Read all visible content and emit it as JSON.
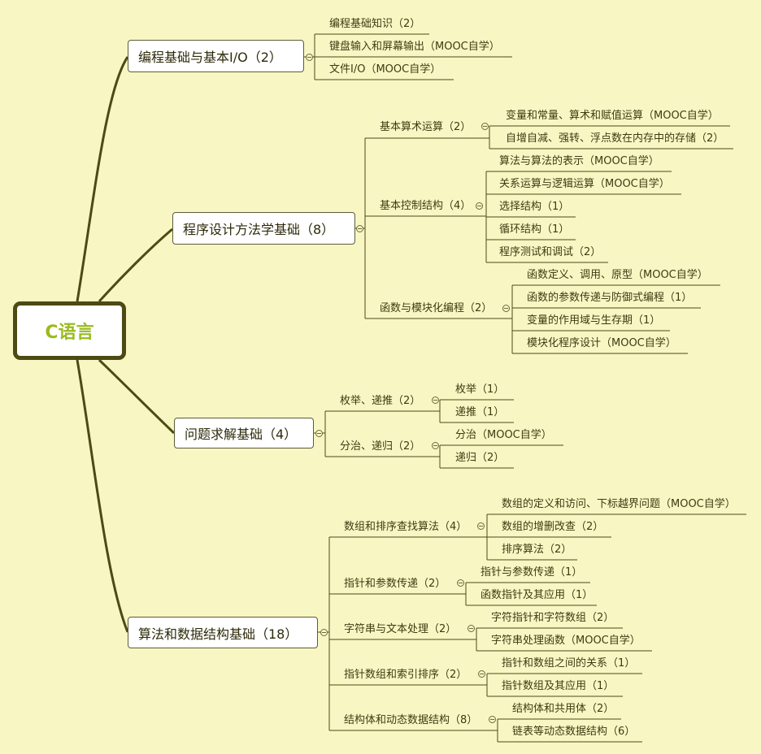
{
  "root": "C语言",
  "branches": [
    {
      "label": "编程基础与基本I/O（2）",
      "children": [
        {
          "label": "编程基础知识（2）"
        },
        {
          "label": "键盘输入和屏幕输出（MOOC自学）"
        },
        {
          "label": "文件I/O（MOOC自学）"
        }
      ]
    },
    {
      "label": "程序设计方法学基础（8）",
      "children": [
        {
          "label": "基本算术运算（2）",
          "children": [
            "变量和常量、算术和赋值运算（MOOC自学）",
            "自增自减、强转、浮点数在内存中的存储（2）"
          ]
        },
        {
          "label": "基本控制结构（4）",
          "children": [
            "算法与算法的表示（MOOC自学）",
            "关系运算与逻辑运算（MOOC自学）",
            "选择结构（1）",
            "循环结构（1）",
            "程序测试和调试（2）"
          ]
        },
        {
          "label": "函数与模块化编程（2）",
          "children": [
            "函数定义、调用、原型（MOOC自学）",
            "函数的参数传递与防御式编程（1）",
            "变量的作用域与生存期（1）",
            "模块化程序设计（MOOC自学）"
          ]
        }
      ]
    },
    {
      "label": "问题求解基础（4）",
      "children": [
        {
          "label": "枚举、递推（2）",
          "children": [
            "枚举（1）",
            "递推（1）"
          ]
        },
        {
          "label": "分治、递归（2）",
          "children": [
            "分治（MOOC自学）",
            "递归（2）"
          ]
        }
      ]
    },
    {
      "label": "算法和数据结构基础（18）",
      "children": [
        {
          "label": "数组和排序查找算法（4）",
          "children": [
            "数组的定义和访问、下标越界问题（MOOC自学）",
            "数组的增删改查（2）",
            "排序算法（2）"
          ]
        },
        {
          "label": "指针和参数传递（2）",
          "children": [
            "指针与参数传递（1）",
            "函数指针及其应用（1）"
          ]
        },
        {
          "label": "字符串与文本处理（2）",
          "children": [
            "字符指针和字符数组（2）",
            "字符串处理函数（MOOC自学）"
          ]
        },
        {
          "label": "指针数组和索引排序（2）",
          "children": [
            "指针和数组之间的关系（1）",
            "指针数组及其应用（1）"
          ]
        },
        {
          "label": "结构体和动态数据结构（8）",
          "children": [
            "结构体和共用体（2）",
            "链表等动态数据结构（6）"
          ]
        }
      ]
    }
  ],
  "colors": {
    "background": "#f8f7c4",
    "line": "#4d4a14",
    "root_text": "#9aba1f"
  }
}
